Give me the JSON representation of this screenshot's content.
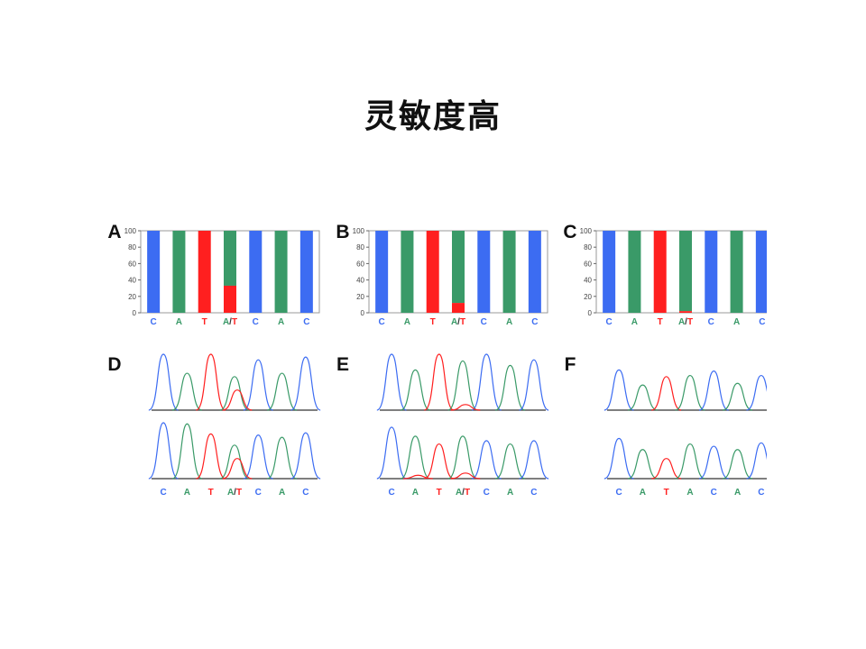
{
  "slide": {
    "title": "灵敏度高"
  },
  "colors": {
    "C": "#3c6cf2",
    "A": "#3a9a68",
    "T": "#ff1f1f",
    "axis": "#666666",
    "frame": "#999999"
  },
  "chart_data": [
    {
      "type": "bar",
      "panel": "A",
      "categories": [
        "C",
        "A",
        "T",
        "A/T",
        "C",
        "A",
        "C"
      ],
      "values_T": [
        0,
        0,
        100,
        33,
        0,
        0,
        0
      ],
      "ylim": [
        0,
        100
      ],
      "yticks": [
        "100",
        "80",
        "60",
        "40",
        "20",
        "0"
      ]
    },
    {
      "type": "bar",
      "panel": "B",
      "categories": [
        "C",
        "A",
        "T",
        "A/T",
        "C",
        "A",
        "C"
      ],
      "values_T": [
        0,
        0,
        100,
        12,
        0,
        0,
        0
      ],
      "ylim": [
        0,
        100
      ],
      "yticks": [
        "100",
        "80",
        "60",
        "40",
        "20",
        "0"
      ]
    },
    {
      "type": "bar",
      "panel": "C",
      "categories": [
        "C",
        "A",
        "T",
        "A/T",
        "C",
        "A",
        "C"
      ],
      "values_T": [
        0,
        0,
        100,
        2,
        0,
        0,
        0
      ],
      "ylim": [
        0,
        100
      ],
      "yticks": [
        "100",
        "80",
        "60",
        "40",
        "20",
        "0"
      ]
    },
    {
      "type": "line",
      "panel": "D",
      "categories": [
        "C",
        "A",
        "T",
        "A/T",
        "C",
        "A",
        "C"
      ],
      "traces": [
        {
          "bases": [
            "C",
            "A",
            "T",
            "A",
            "C",
            "A",
            "C"
          ],
          "heights": [
            1.0,
            0.66,
            1.0,
            0.6,
            0.9,
            0.66,
            0.95
          ],
          "minor": [
            {
              "index": 3,
              "base": "T",
              "height": 0.36
            }
          ]
        },
        {
          "bases": [
            "C",
            "A",
            "T",
            "A",
            "C",
            "A",
            "C"
          ],
          "heights": [
            1.0,
            0.98,
            0.8,
            0.6,
            0.78,
            0.74,
            0.82
          ],
          "minor": [
            {
              "index": 3,
              "base": "T",
              "height": 0.36
            }
          ]
        }
      ]
    },
    {
      "type": "line",
      "panel": "E",
      "categories": [
        "C",
        "A",
        "T",
        "A/T",
        "C",
        "A",
        "C"
      ],
      "traces": [
        {
          "bases": [
            "C",
            "A",
            "T",
            "A",
            "C",
            "A",
            "C"
          ],
          "heights": [
            1.0,
            0.72,
            1.0,
            0.88,
            1.0,
            0.8,
            0.9
          ],
          "minor": [
            {
              "index": 3,
              "base": "T",
              "height": 0.1
            }
          ]
        },
        {
          "bases": [
            "C",
            "A",
            "T",
            "A",
            "C",
            "A",
            "C"
          ],
          "heights": [
            0.92,
            0.76,
            0.62,
            0.76,
            0.68,
            0.62,
            0.68
          ],
          "minor": [
            {
              "index": 3,
              "base": "T",
              "height": 0.1
            },
            {
              "index": 1,
              "base": "T",
              "height": 0.06
            }
          ]
        }
      ]
    },
    {
      "type": "line",
      "panel": "F",
      "categories": [
        "C",
        "A",
        "T",
        "A",
        "C",
        "A",
        "C"
      ],
      "traces": [
        {
          "bases": [
            "C",
            "A",
            "T",
            "A",
            "C",
            "A",
            "C"
          ],
          "heights": [
            0.72,
            0.45,
            0.6,
            0.62,
            0.7,
            0.48,
            0.62
          ],
          "minor": []
        },
        {
          "bases": [
            "C",
            "A",
            "T",
            "A",
            "C",
            "A",
            "C"
          ],
          "heights": [
            0.72,
            0.52,
            0.36,
            0.62,
            0.58,
            0.52,
            0.64
          ],
          "minor": []
        }
      ]
    }
  ]
}
